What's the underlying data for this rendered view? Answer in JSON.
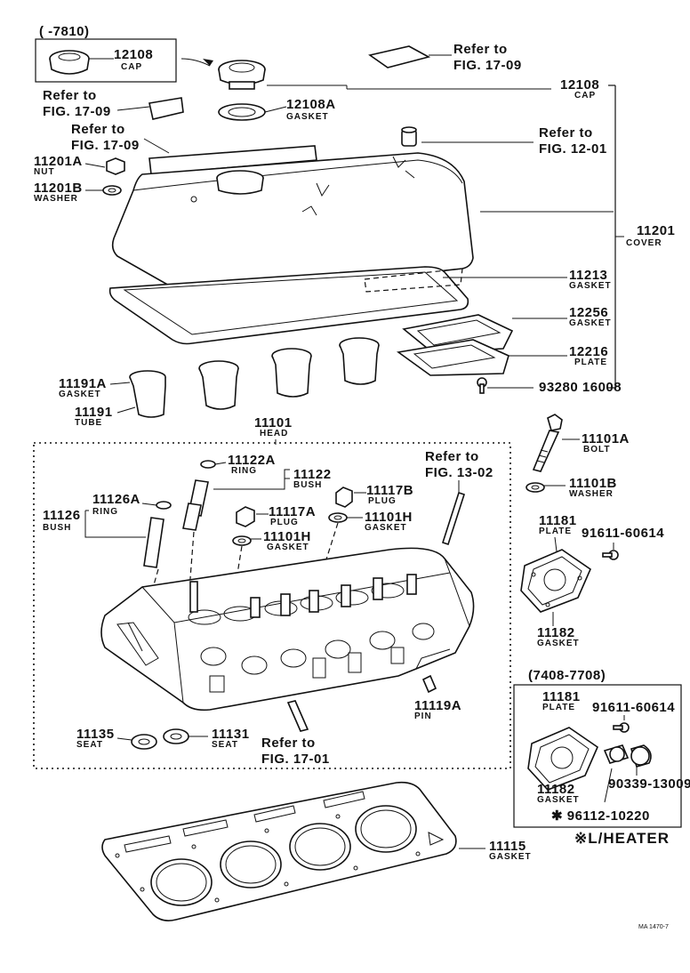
{
  "labels": {
    "range_top": "(     -7810)",
    "cap_inset_pn": "12108",
    "cap_inset_nm": "CAP",
    "ref_top_right_1": "Refer to",
    "ref_top_right_2": "FIG. 17-09",
    "ref_left_a_1": "Refer to",
    "ref_left_a_2": "FIG. 17-09",
    "ref_left_b_1": "Refer to",
    "ref_left_b_2": "FIG. 17-09",
    "ref_right_12_1": "Refer to",
    "ref_right_12_2": "FIG. 12-01",
    "cap_pn": "12108",
    "cap_nm": "CAP",
    "gasket_12108a_pn": "12108A",
    "gasket_12108a_nm": "GASKET",
    "nut_pn": "11201A",
    "nut_nm": "NUT",
    "washer_11201b_pn": "11201B",
    "washer_11201b_nm": "WASHER",
    "cover_pn": "11201",
    "cover_nm": "COVER",
    "gasket_11213_pn": "11213",
    "gasket_11213_nm": "GASKET",
    "gasket_12256_pn": "12256",
    "gasket_12256_nm": "GASKET",
    "plate_12216_pn": "12216",
    "plate_12216_nm": "PLATE",
    "bolt_93280_pn": "93280 16008",
    "gasket_11191a_pn": "11191A",
    "gasket_11191a_nm": "GASKET",
    "tube_pn": "11191",
    "tube_nm": "TUBE",
    "head_pn": "11101",
    "head_nm": "HEAD",
    "ring_11122a_pn": "11122A",
    "ring_11122a_nm": "RING",
    "bush_11122_pn": "11122",
    "bush_11122_nm": "BUSH",
    "ref_13_1": "Refer to",
    "ref_13_2": "FIG. 13-02",
    "ring_11126a_pn": "11126A",
    "ring_11126a_nm": "RING",
    "bush_11126_pn": "11126",
    "bush_11126_nm": "BUSH",
    "plug_11117b_pn": "11117B",
    "plug_11117b_nm": "PLUG",
    "plug_11117a_pn": "11117A",
    "plug_11117a_nm": "PLUG",
    "gasket_11101h_r_pn": "11101H",
    "gasket_11101h_r_nm": "GASKET",
    "gasket_11101h_l_pn": "11101H",
    "gasket_11101h_l_nm": "GASKET",
    "bolt_11101a_pn": "11101A",
    "bolt_11101a_nm": "BOLT",
    "washer_11101b_pn": "11101B",
    "washer_11101b_nm": "WASHER",
    "plate_11181_pn": "11181",
    "plate_11181_nm": "PLATE",
    "bolt_91611_pn": "91611-60614",
    "gasket_11182_pn": "11182",
    "gasket_11182_nm": "GASKET",
    "pin_pn": "11119A",
    "pin_nm": "PIN",
    "seat_11135_pn": "11135",
    "seat_11135_nm": "SEAT",
    "seat_11131_pn": "11131",
    "seat_11131_nm": "SEAT",
    "ref_17_01_1": "Refer to",
    "ref_17_01_2": "FIG. 17-01",
    "range_box": "(7408-7708)",
    "box_plate_pn": "11181",
    "box_plate_nm": "PLATE",
    "box_bolt_pn": "91611-60614",
    "box_gasket_pn": "11182",
    "box_gasket_nm": "GASKET",
    "box_plug_pn": "90339-13009",
    "box_bolt2_pn": "✱ 96112-10220",
    "box_note": "※L/HEATER",
    "head_gasket_pn": "11115",
    "head_gasket_nm": "GASKET",
    "drawing_code": "MA 1470-7"
  }
}
